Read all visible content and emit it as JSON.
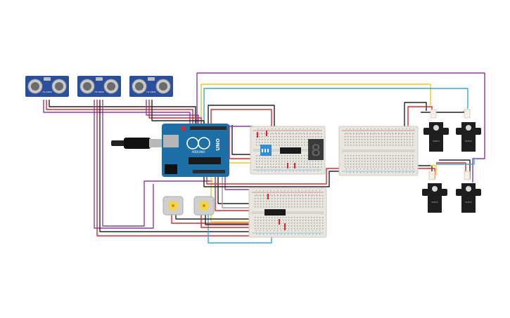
{
  "diagram": {
    "arduino": {
      "brand": "UNO",
      "model": "ARDUINO"
    },
    "ultrasonic_sensors": [
      {
        "id": "sonar-1",
        "label": "HC-SR04"
      },
      {
        "id": "sonar-2",
        "label": "HC-SR04"
      },
      {
        "id": "sonar-3",
        "label": "HC-SR04"
      }
    ],
    "servos": [
      {
        "id": "servo-1",
        "label": "SERVO"
      },
      {
        "id": "servo-2",
        "label": "SERVO"
      },
      {
        "id": "servo-3",
        "label": "SERVO"
      },
      {
        "id": "servo-4",
        "label": "SERVO"
      }
    ],
    "motors": [
      {
        "id": "motor-1"
      },
      {
        "id": "motor-2"
      }
    ],
    "breadboards": [
      {
        "id": "breadboard-1"
      },
      {
        "id": "breadboard-2"
      },
      {
        "id": "breadboard-3"
      }
    ],
    "chips": {
      "shift_register_top": "",
      "shift_register_bottom": ""
    },
    "seven_segment": {
      "digit": "8"
    },
    "wire_colors": {
      "purple": "#8e3a9e",
      "red": "#d9282e",
      "black": "#222222",
      "yellow": "#f2c81e",
      "cyan": "#35a9d4",
      "grey": "#9a9a9a",
      "green": "#39a845",
      "orange": "#e58a23"
    },
    "component_colors": {
      "board_blue": "#1d6fa5",
      "sensor_blue": "#2a4f9c",
      "breadboard": "#e8e6e1",
      "servo_body": "#1e1e1e",
      "motor_body": "#cfcfcf",
      "motor_hub": "#f6d24a"
    }
  }
}
